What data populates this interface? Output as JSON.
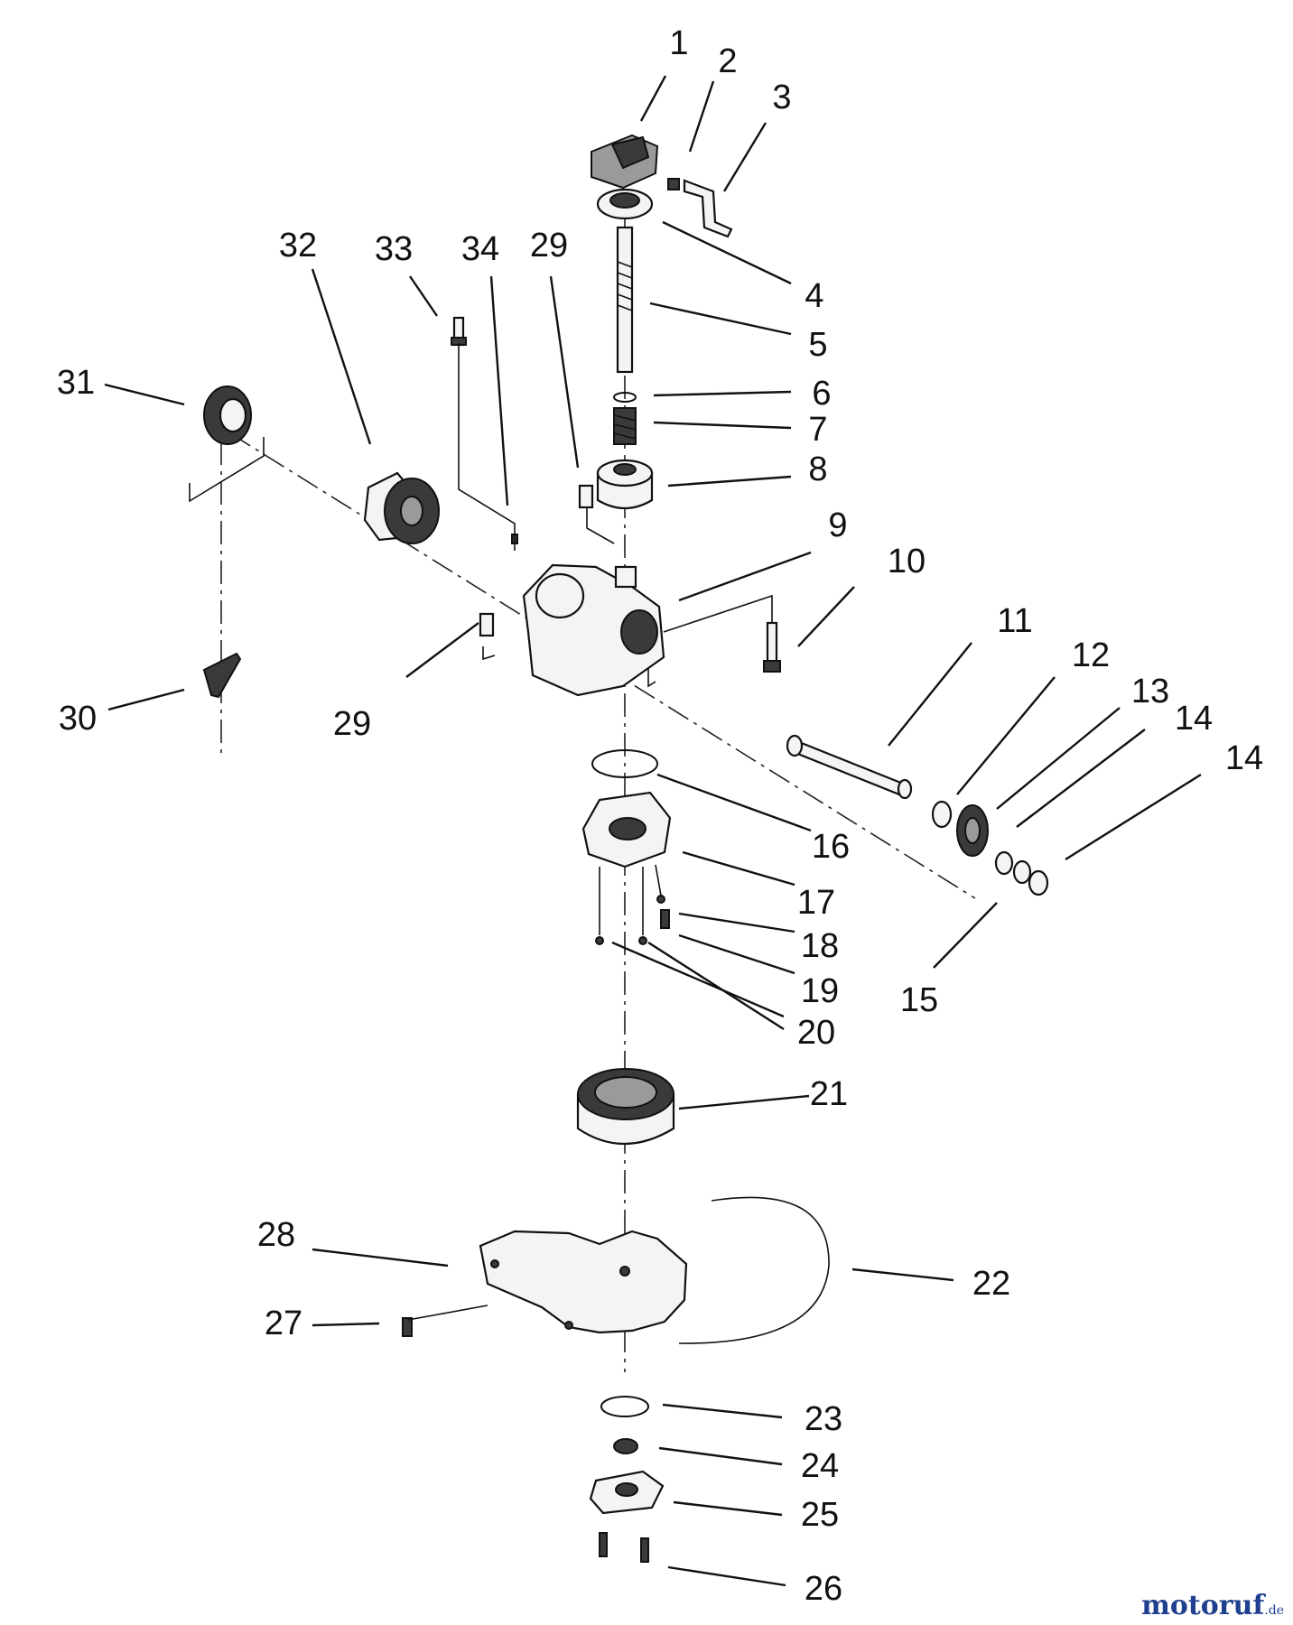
{
  "diagram": {
    "callouts": [
      {
        "id": "c1",
        "label": "1"
      },
      {
        "id": "c2",
        "label": "2"
      },
      {
        "id": "c3",
        "label": "3"
      },
      {
        "id": "c4",
        "label": "4"
      },
      {
        "id": "c5",
        "label": "5"
      },
      {
        "id": "c6",
        "label": "6"
      },
      {
        "id": "c7",
        "label": "7"
      },
      {
        "id": "c8",
        "label": "8"
      },
      {
        "id": "c9",
        "label": "9"
      },
      {
        "id": "c10",
        "label": "10"
      },
      {
        "id": "c11",
        "label": "11"
      },
      {
        "id": "c12",
        "label": "12"
      },
      {
        "id": "c13",
        "label": "13"
      },
      {
        "id": "c14a",
        "label": "14"
      },
      {
        "id": "c14b",
        "label": "14"
      },
      {
        "id": "c15",
        "label": "15"
      },
      {
        "id": "c16",
        "label": "16"
      },
      {
        "id": "c17",
        "label": "17"
      },
      {
        "id": "c18",
        "label": "18"
      },
      {
        "id": "c19",
        "label": "19"
      },
      {
        "id": "c20",
        "label": "20"
      },
      {
        "id": "c21",
        "label": "21"
      },
      {
        "id": "c22",
        "label": "22"
      },
      {
        "id": "c23",
        "label": "23"
      },
      {
        "id": "c24",
        "label": "24"
      },
      {
        "id": "c25",
        "label": "25"
      },
      {
        "id": "c26",
        "label": "26"
      },
      {
        "id": "c27",
        "label": "27"
      },
      {
        "id": "c28",
        "label": "28"
      },
      {
        "id": "c29a",
        "label": "29"
      },
      {
        "id": "c29b",
        "label": "29"
      },
      {
        "id": "c30",
        "label": "30"
      },
      {
        "id": "c31",
        "label": "31"
      },
      {
        "id": "c32",
        "label": "32"
      },
      {
        "id": "c33",
        "label": "33"
      },
      {
        "id": "c34",
        "label": "34"
      }
    ]
  },
  "watermark": {
    "brand": "motoruf",
    "suffix": ".de"
  },
  "colors": {
    "line": "#111111",
    "watermark": "#1f3f8f"
  }
}
